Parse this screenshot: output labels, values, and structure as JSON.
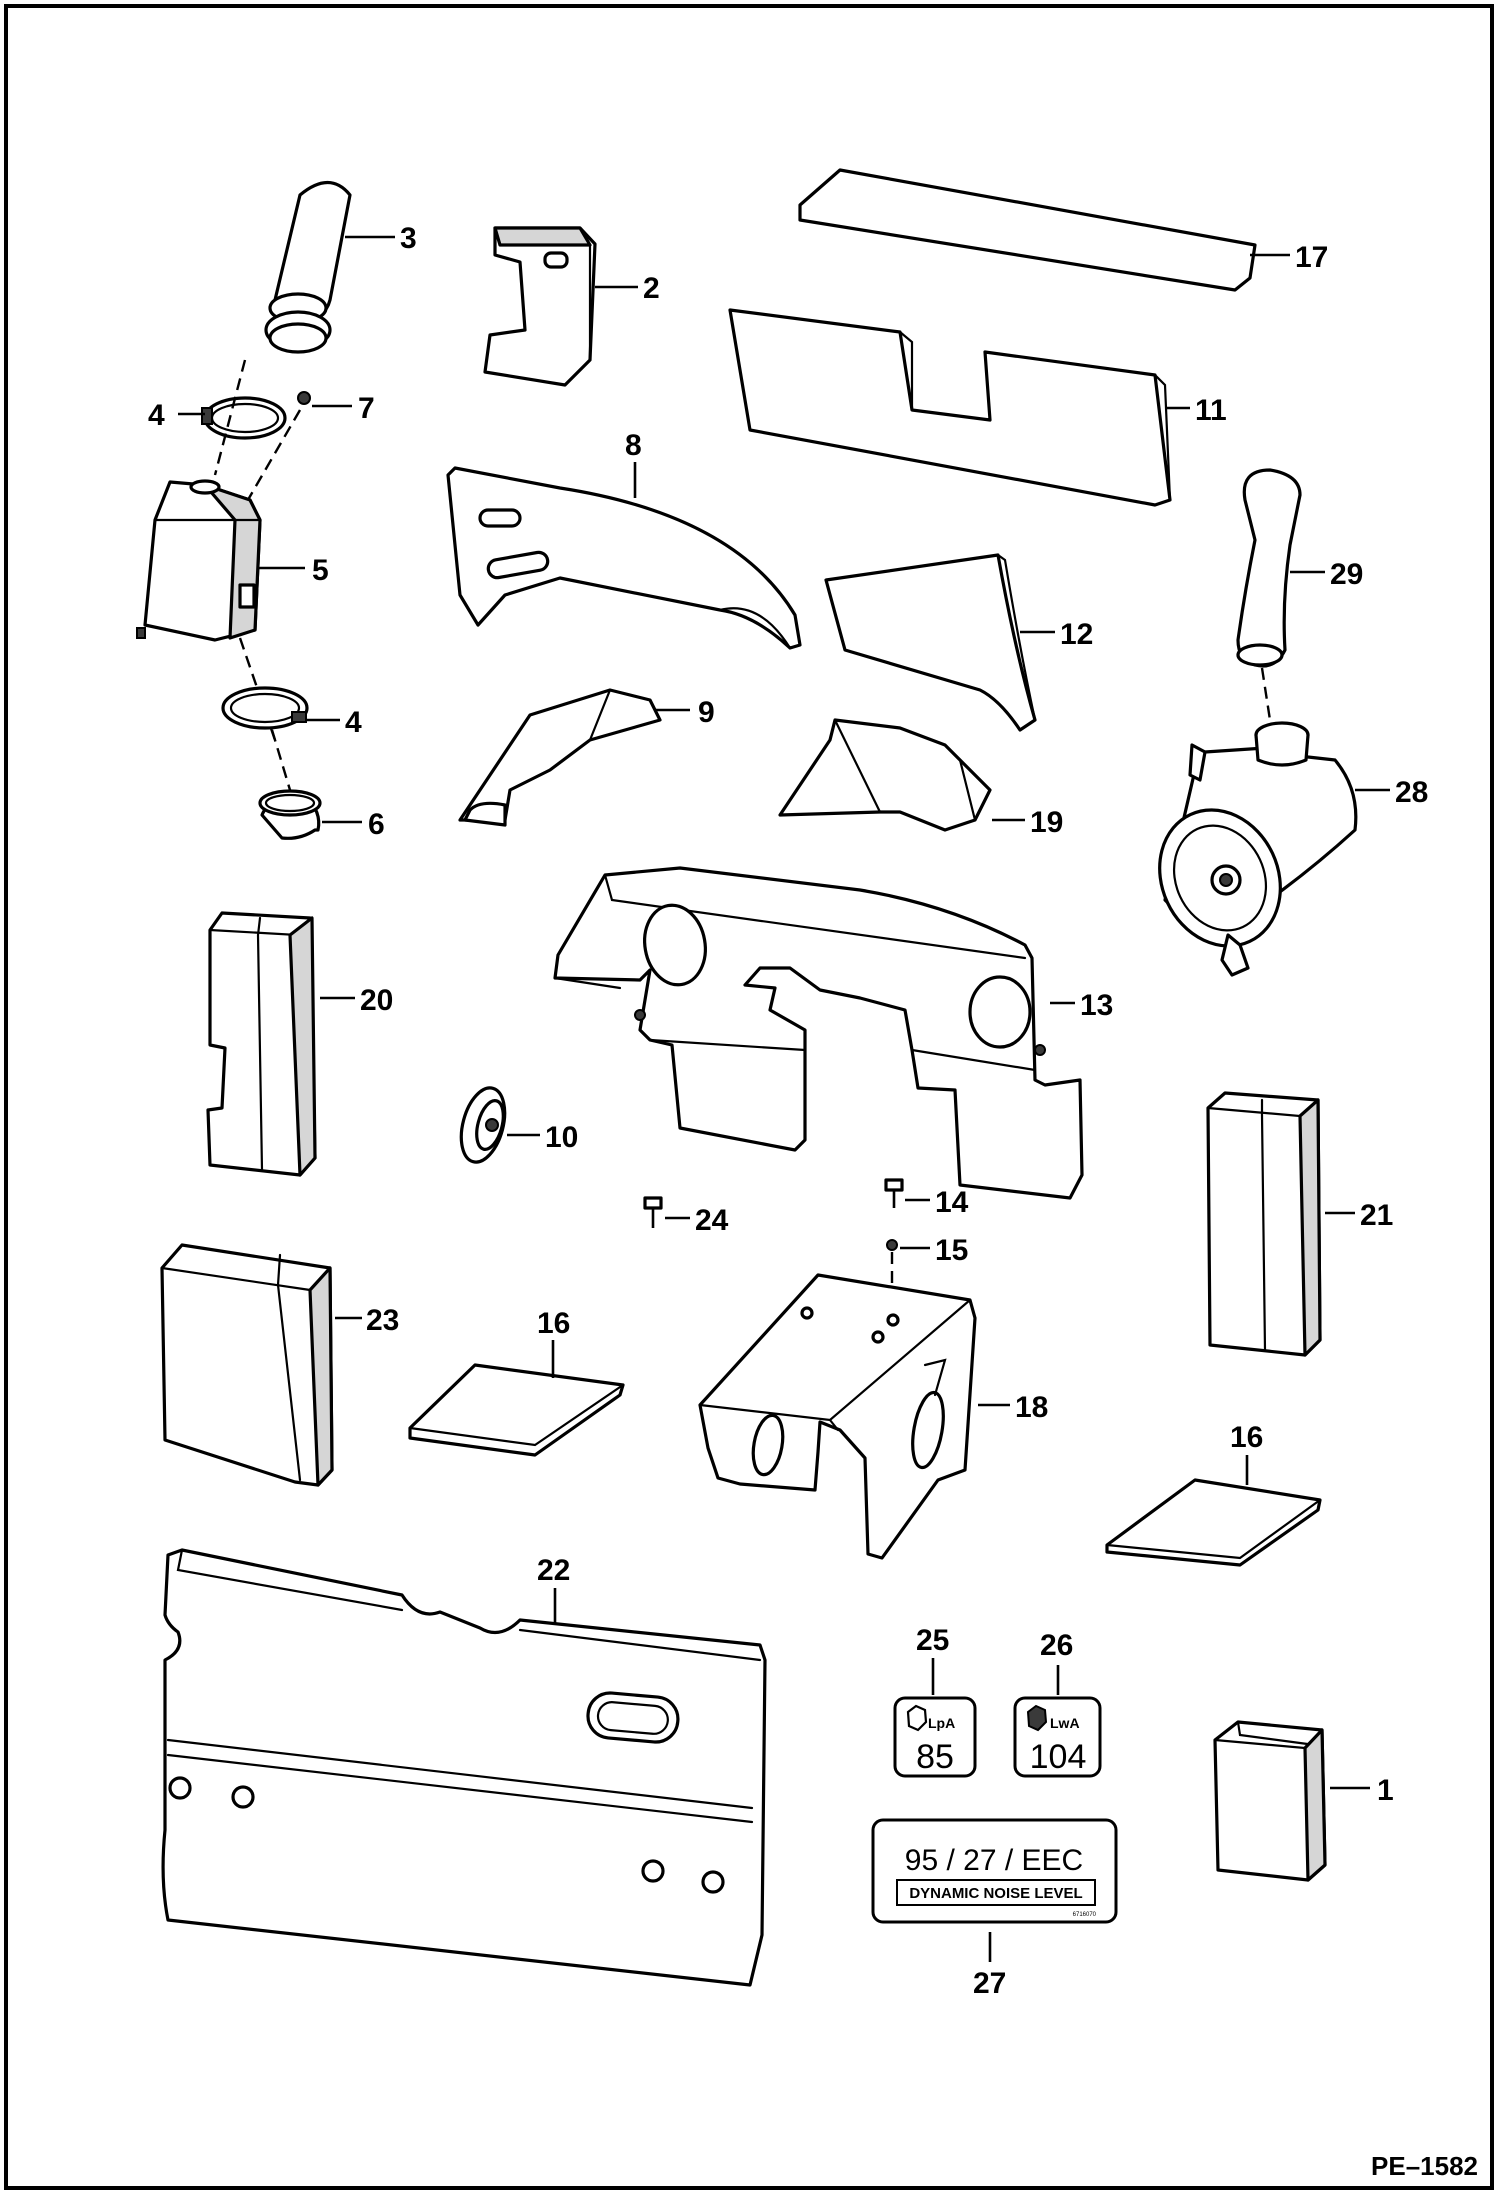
{
  "drawing_number": "PE–1582",
  "callouts": {
    "c1": "1",
    "c2": "2",
    "c3": "3",
    "c4a": "4",
    "c4b": "4",
    "c5": "5",
    "c6": "6",
    "c7": "7",
    "c8": "8",
    "c9": "9",
    "c10": "10",
    "c11": "11",
    "c12": "12",
    "c13": "13",
    "c14": "14",
    "c15": "15",
    "c16a": "16",
    "c16b": "16",
    "c17": "17",
    "c18": "18",
    "c19": "19",
    "c20": "20",
    "c21": "21",
    "c22": "22",
    "c23": "23",
    "c24": "24",
    "c25": "25",
    "c26": "26",
    "c27": "27",
    "c28": "28",
    "c29": "29"
  },
  "decal_25": {
    "label": "LpA",
    "value": "85"
  },
  "decal_26": {
    "label": "LwA",
    "value": "104"
  },
  "decal_27": {
    "line1": "95 / 27 / EEC",
    "line2": "DYNAMIC NOISE LEVEL",
    "code": "6716070"
  }
}
